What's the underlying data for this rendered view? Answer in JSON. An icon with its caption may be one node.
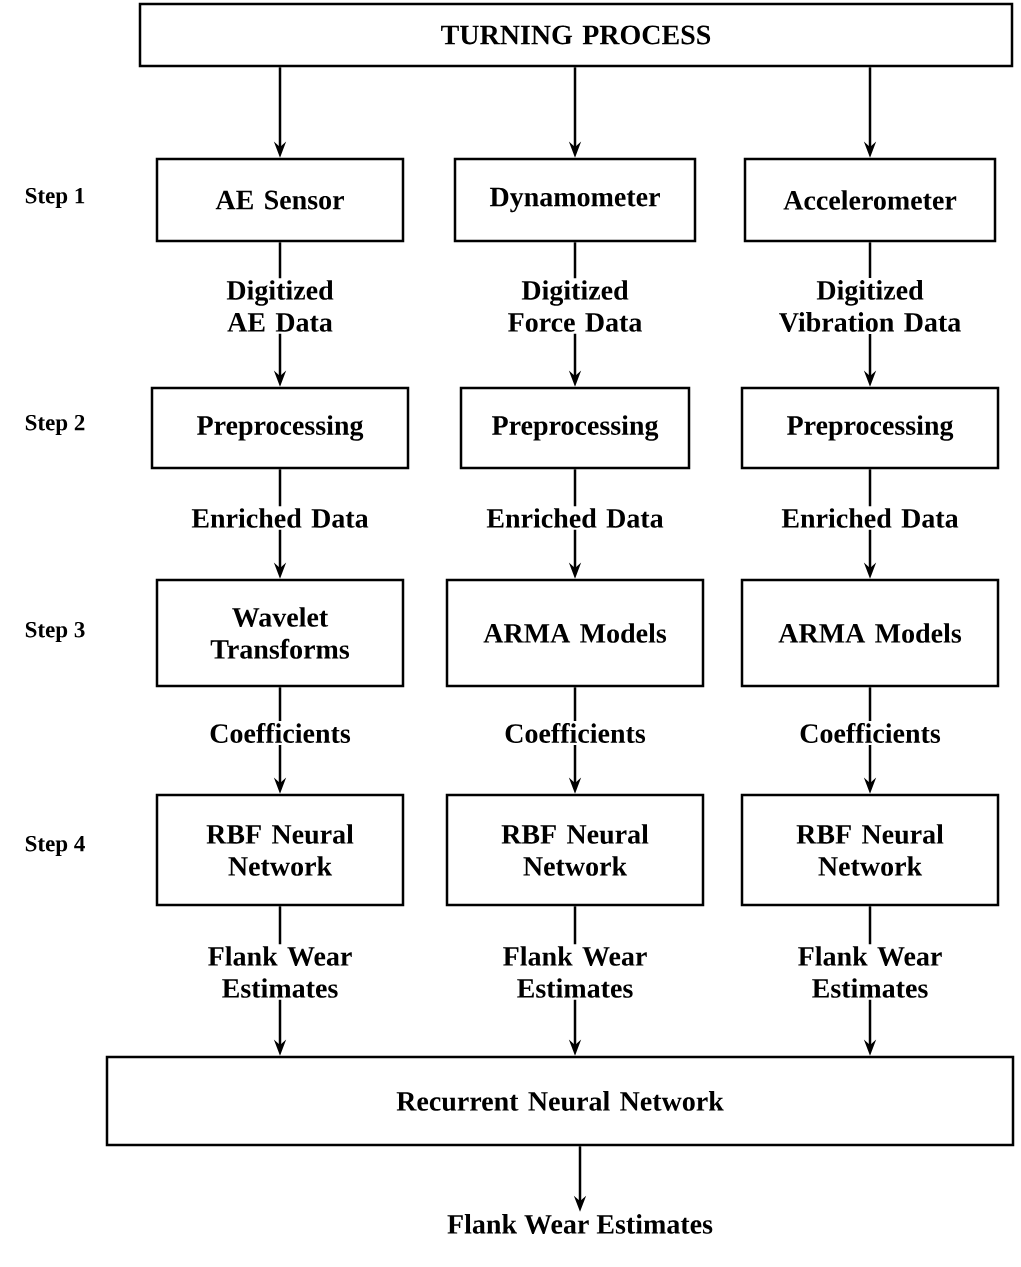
{
  "diagram": {
    "nodes": [
      {
        "text": [
          "TURNING PROCESS"
        ]
      },
      {
        "text": [
          "AE Sensor"
        ]
      },
      {
        "text": [
          "Dynamometer"
        ]
      },
      {
        "text": [
          "Accelerometer"
        ]
      },
      {
        "text": [
          "Preprocessing"
        ]
      },
      {
        "text": [
          "Preprocessing"
        ]
      },
      {
        "text": [
          "Preprocessing"
        ]
      },
      {
        "text": [
          "Wavelet Transforms"
        ]
      },
      {
        "text": [
          "ARMA Models"
        ]
      },
      {
        "text": [
          "ARMA Models"
        ]
      },
      {
        "text": [
          "RBF Neural Network"
        ]
      },
      {
        "text": [
          "RBF Neural Network"
        ]
      },
      {
        "text": [
          "RBF Neural Network"
        ]
      },
      {
        "text": [
          "Recurrent Neural Network"
        ]
      },
      {
        "text": [
          "Flank Wear Estimates"
        ]
      }
    ],
    "edges": [
      {
        "from": 0,
        "to": 1,
        "arrow": "to"
      },
      {
        "from": 0,
        "to": 2,
        "arrow": "to"
      },
      {
        "from": 0,
        "to": 3,
        "arrow": "to"
      },
      {
        "from": 1,
        "to": 4,
        "arrow": "to",
        "label": "Digitized AE Data"
      },
      {
        "from": 2,
        "to": 5,
        "arrow": "to",
        "label": "Digitized Force Data"
      },
      {
        "from": 3,
        "to": 6,
        "arrow": "to",
        "label": "Digitized Vibration Data"
      },
      {
        "from": 4,
        "to": 7,
        "arrow": "to",
        "label": "Enriched Data"
      },
      {
        "from": 5,
        "to": 8,
        "arrow": "to",
        "label": "Enriched Data"
      },
      {
        "from": 6,
        "to": 9,
        "arrow": "to",
        "label": "Enriched Data"
      },
      {
        "from": 7,
        "to": 10,
        "arrow": "to",
        "label": "Coefficients"
      },
      {
        "from": 8,
        "to": 11,
        "arrow": "to",
        "label": "Coefficients"
      },
      {
        "from": 9,
        "to": 12,
        "arrow": "to",
        "label": "Coefficients"
      },
      {
        "from": 10,
        "to": 13,
        "arrow": "to",
        "label": "Flank Wear Estimates"
      },
      {
        "from": 11,
        "to": 13,
        "arrow": "to",
        "label": "Flank Wear Estimates"
      },
      {
        "from": 12,
        "to": 13,
        "arrow": "to",
        "label": "Flank Wear Estimates"
      },
      {
        "from": 13,
        "to": 14,
        "arrow": "to"
      }
    ],
    "labels": [
      "Step 1",
      "Step 2",
      "Step 3",
      "Step 4"
    ]
  }
}
